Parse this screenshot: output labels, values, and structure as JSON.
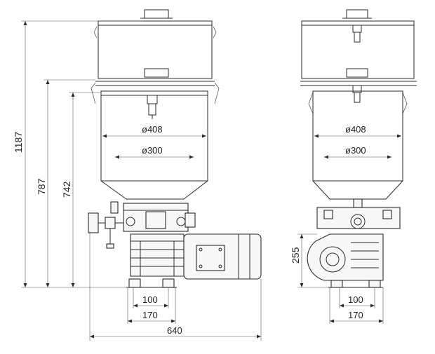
{
  "dimensions": {
    "height_total": "1187",
    "height_mid": "787",
    "height_low": "742",
    "width_total": "640",
    "side_height": "255",
    "base_inner_front": "100",
    "base_outer_front": "170",
    "base_inner_side": "100",
    "base_outer_side": "170",
    "dia_top_front": "ø408",
    "dia_mid_front": "ø300",
    "dia_top_side": "ø408",
    "dia_mid_side": "ø300"
  }
}
